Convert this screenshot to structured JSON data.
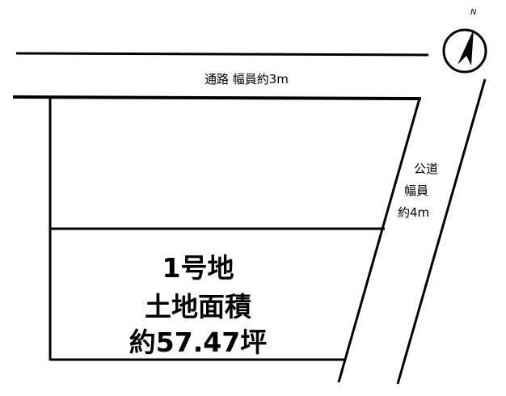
{
  "compass": {
    "label": "N",
    "icon": "north-arrow-icon"
  },
  "roads": {
    "top_road": "通路  幅員約3m",
    "side_road": {
      "line1": "公道",
      "line2": "幅員",
      "line3": "約4m"
    }
  },
  "lot": {
    "name": "1号地",
    "area_label": "土地面積",
    "area_value": "約57.47坪"
  }
}
